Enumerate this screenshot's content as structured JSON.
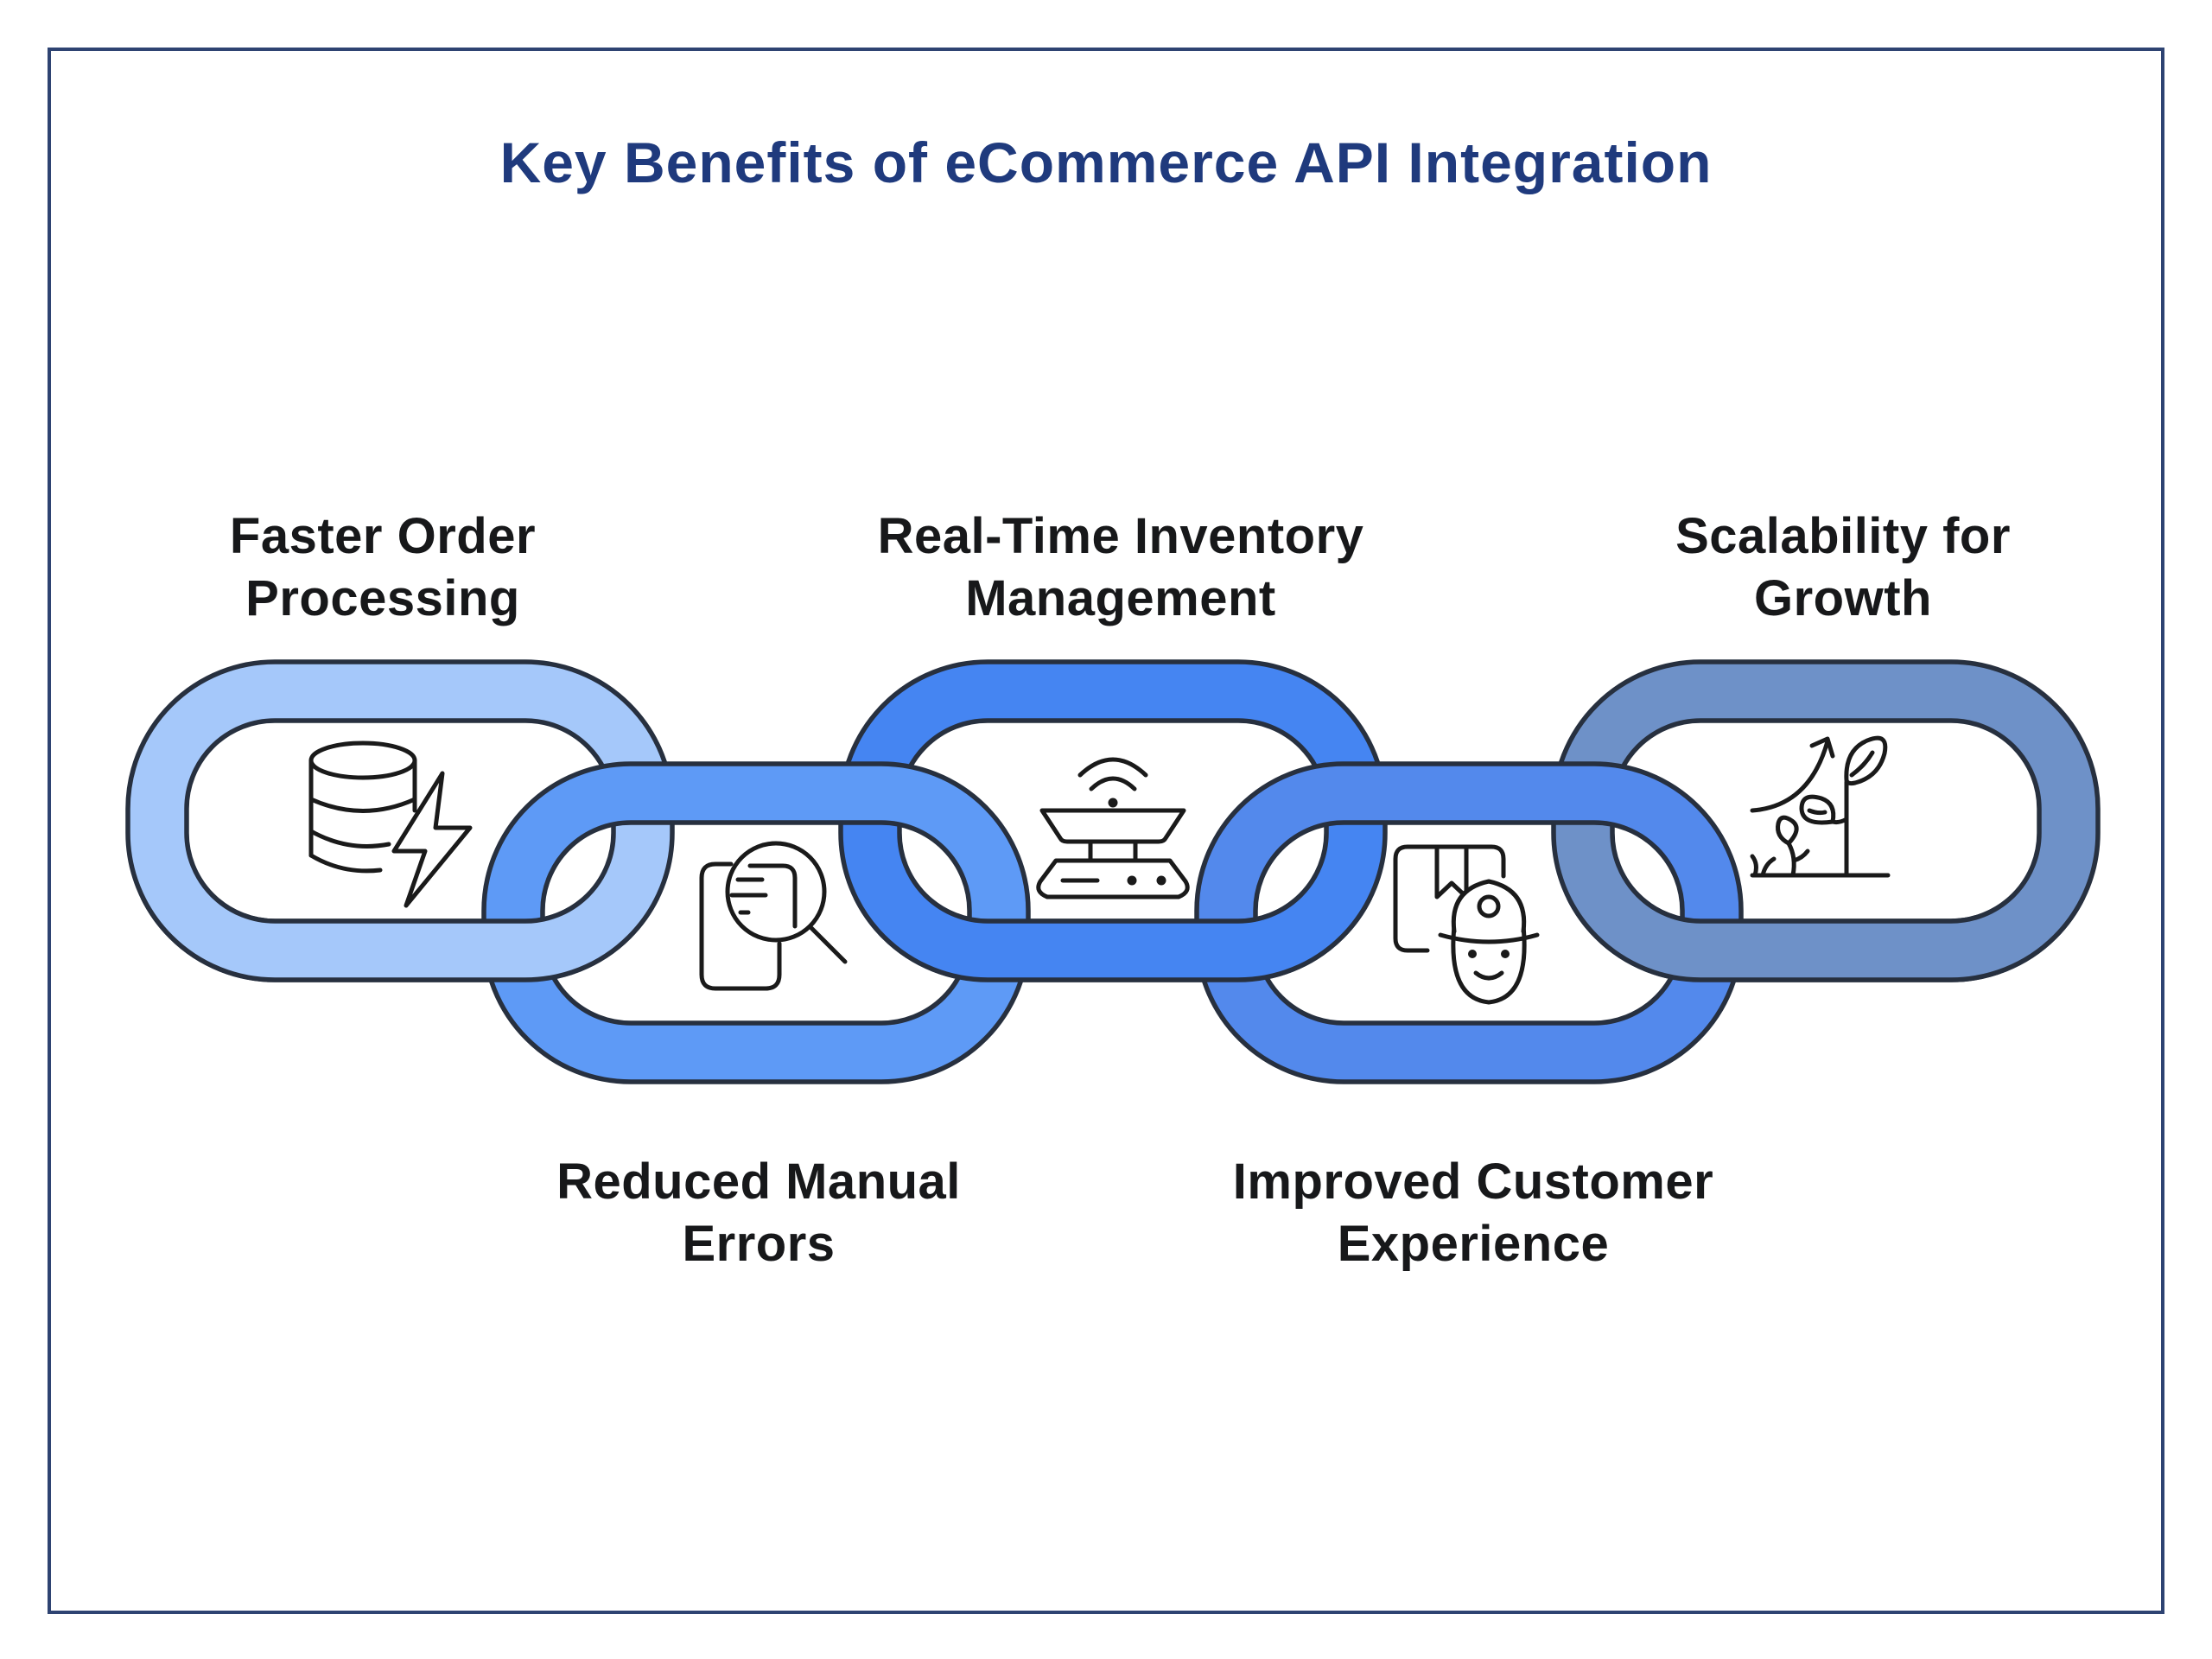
{
  "title": {
    "text": "Key Benefits of eCommerce API Integration",
    "color": "#1F3A7D"
  },
  "colors": {
    "outline": "#27303F",
    "frame_border": "#2E4372",
    "background": "#FFFFFF",
    "label_text": "#17181A",
    "icon_stroke": "#1A1A1A"
  },
  "links": [
    {
      "id": 1,
      "label_position": "top",
      "label": "Faster Order\nProcessing",
      "color": "#A5C8FA",
      "icon": "database-lightning-icon"
    },
    {
      "id": 2,
      "label_position": "bottom",
      "label": "Reduced Manual\nErrors",
      "color": "#5E9AF6",
      "icon": "document-search-icon"
    },
    {
      "id": 3,
      "label_position": "top",
      "label": "Real-Time Inventory\nManagement",
      "color": "#4585F2",
      "icon": "smart-scale-icon"
    },
    {
      "id": 4,
      "label_position": "bottom",
      "label": "Improved Customer\nExperience",
      "color": "#5389EC",
      "icon": "package-courier-icon"
    },
    {
      "id": 5,
      "label_position": "top",
      "label": "Scalability for\nGrowth",
      "color": "#6E91C8",
      "icon": "plant-growth-icon"
    }
  ]
}
